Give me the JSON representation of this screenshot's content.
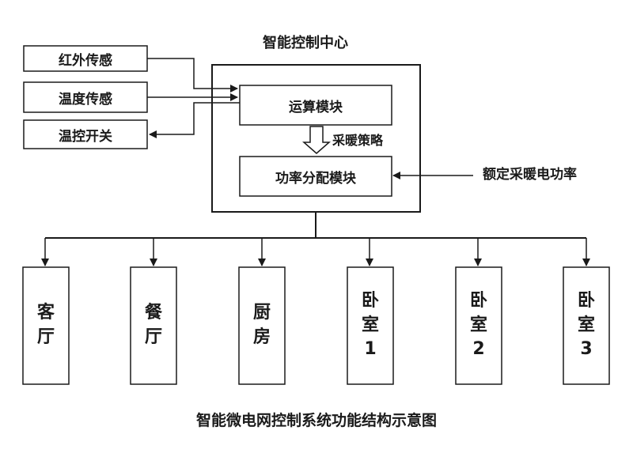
{
  "center_title": "智能控制中心",
  "sensors": {
    "infrared": "红外传感",
    "temperature": "温度传感",
    "switch": "温控开关"
  },
  "modules": {
    "compute": "运算模块",
    "power_alloc": "功率分配模块"
  },
  "strategy_label": "采暖策略",
  "rated_power_label": "额定采暖电功率",
  "rooms": [
    {
      "line1": "客",
      "line2": "厅",
      "line3": ""
    },
    {
      "line1": "餐",
      "line2": "厅",
      "line3": ""
    },
    {
      "line1": "厨",
      "line2": "房",
      "line3": ""
    },
    {
      "line1": "卧",
      "line2": "室",
      "line3": "1"
    },
    {
      "line1": "卧",
      "line2": "室",
      "line3": "2"
    },
    {
      "line1": "卧",
      "line2": "室",
      "line3": "3"
    }
  ],
  "caption": "智能微电网控制系统功能结构示意图",
  "colors": {
    "stroke": "#1a1a1a",
    "background": "#ffffff"
  }
}
